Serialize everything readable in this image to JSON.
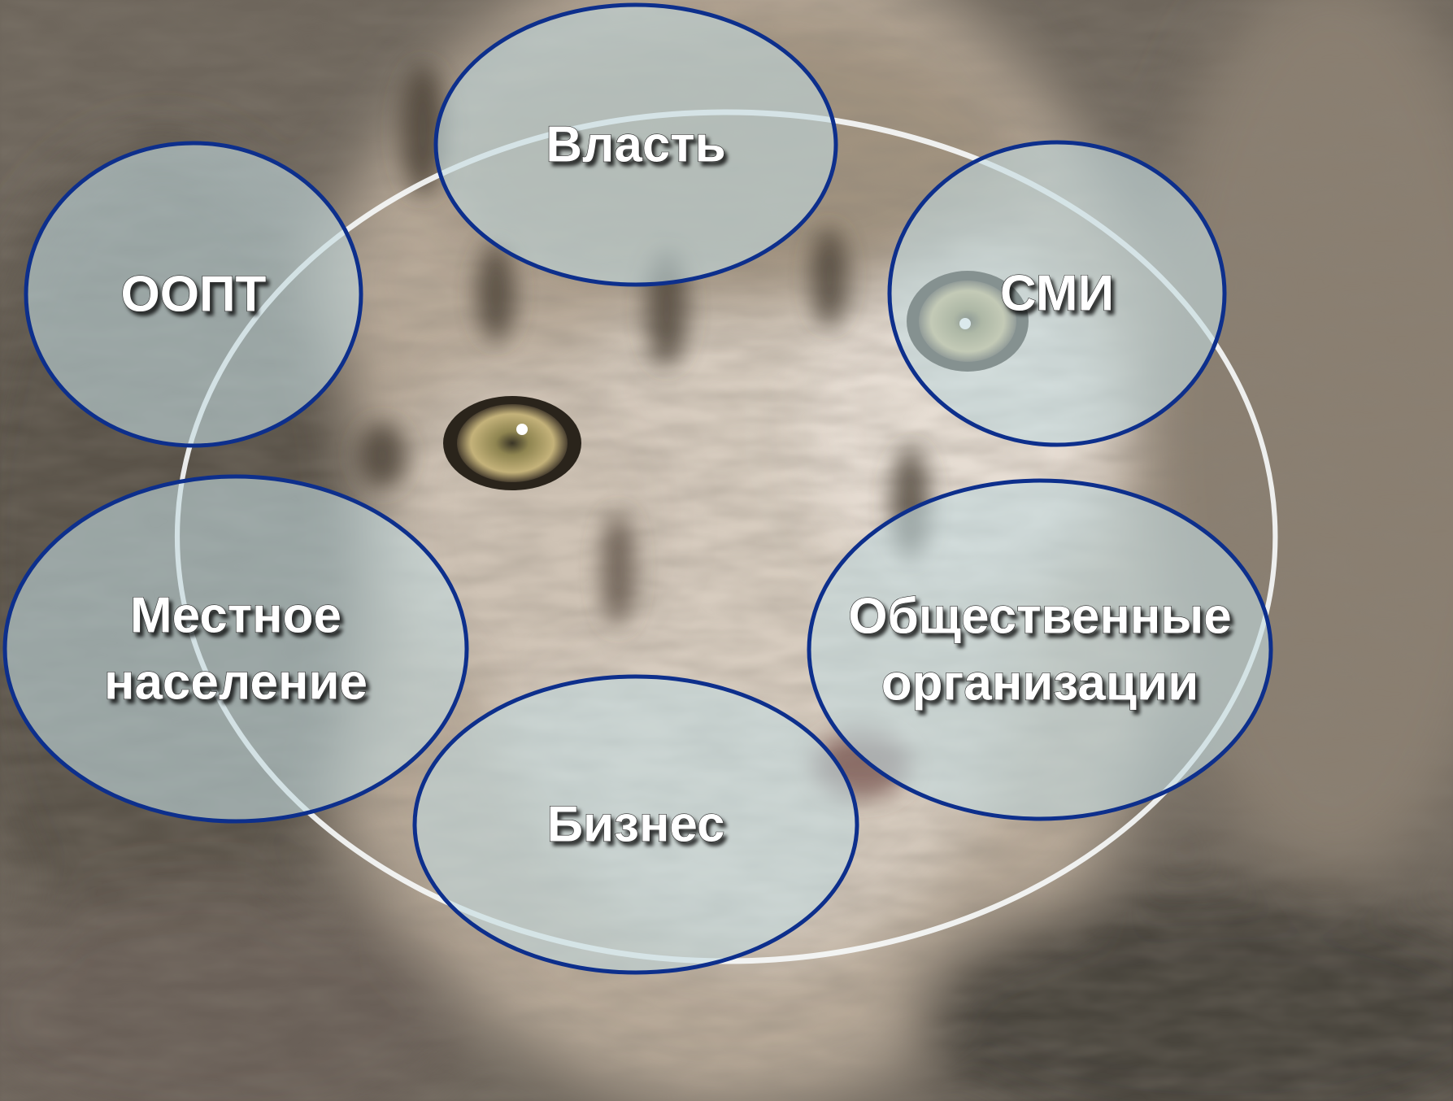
{
  "diagram": {
    "nodes": [
      {
        "id": "vlast",
        "lines": [
          "Власть"
        ]
      },
      {
        "id": "smi",
        "lines": [
          "СМИ"
        ]
      },
      {
        "id": "obshchestvennye",
        "lines": [
          "Общественные",
          "организации"
        ]
      },
      {
        "id": "biznes",
        "lines": [
          "Бизнес"
        ]
      },
      {
        "id": "mestnoe",
        "lines": [
          "Местное",
          "население"
        ]
      },
      {
        "id": "oopt",
        "lines": [
          "ООПТ"
        ]
      }
    ],
    "colors": {
      "node_fill": "#c3dadf",
      "node_stroke": "#0d2f8c",
      "ring": "#ffffff",
      "label": "#ffffff"
    },
    "background": "snow-leopard-photo"
  }
}
